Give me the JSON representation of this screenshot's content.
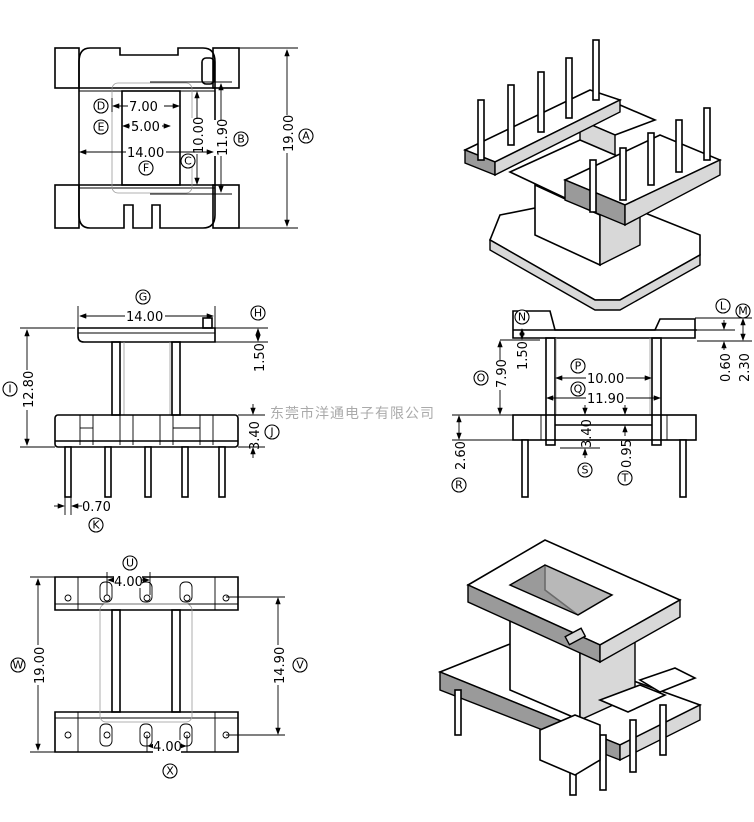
{
  "watermark": "东莞市洋通电子有限公司",
  "top_view": {
    "A": {
      "letter": "A",
      "value": "19.00"
    },
    "B": {
      "letter": "B",
      "value": "11.90"
    },
    "C": {
      "letter": "C",
      "value": "10.00"
    },
    "D": {
      "letter": "D",
      "value": "7.00"
    },
    "E": {
      "letter": "E",
      "value": "5.00"
    },
    "F": {
      "letter": "F",
      "value": "14.00"
    }
  },
  "front_view": {
    "G": {
      "letter": "G",
      "value": "14.00"
    },
    "H": {
      "letter": "H",
      "value": "1.50"
    },
    "I": {
      "letter": "I",
      "value": "12.80"
    },
    "J": {
      "letter": "J",
      "value": "3.40"
    },
    "K": {
      "letter": "K",
      "value": "0.70"
    }
  },
  "side_view": {
    "L": {
      "letter": "L",
      "value": "0.60"
    },
    "M": {
      "letter": "M",
      "value": "2.30"
    },
    "N": {
      "letter": "N",
      "value": "1.50"
    },
    "O": {
      "letter": "O",
      "value": "7.90"
    },
    "P": {
      "letter": "P",
      "value": "10.00"
    },
    "Q": {
      "letter": "Q",
      "value": "11.90"
    },
    "R": {
      "letter": "R",
      "value": "2.60"
    },
    "S": {
      "letter": "S",
      "value": "3.40"
    },
    "T": {
      "letter": "T",
      "value": "0.95"
    }
  },
  "bottom_view": {
    "U": {
      "letter": "U",
      "value": "4.00"
    },
    "V": {
      "letter": "V",
      "value": "14.90"
    },
    "W": {
      "letter": "W",
      "value": "19.00"
    },
    "X": {
      "letter": "X",
      "value": "4.00"
    }
  }
}
